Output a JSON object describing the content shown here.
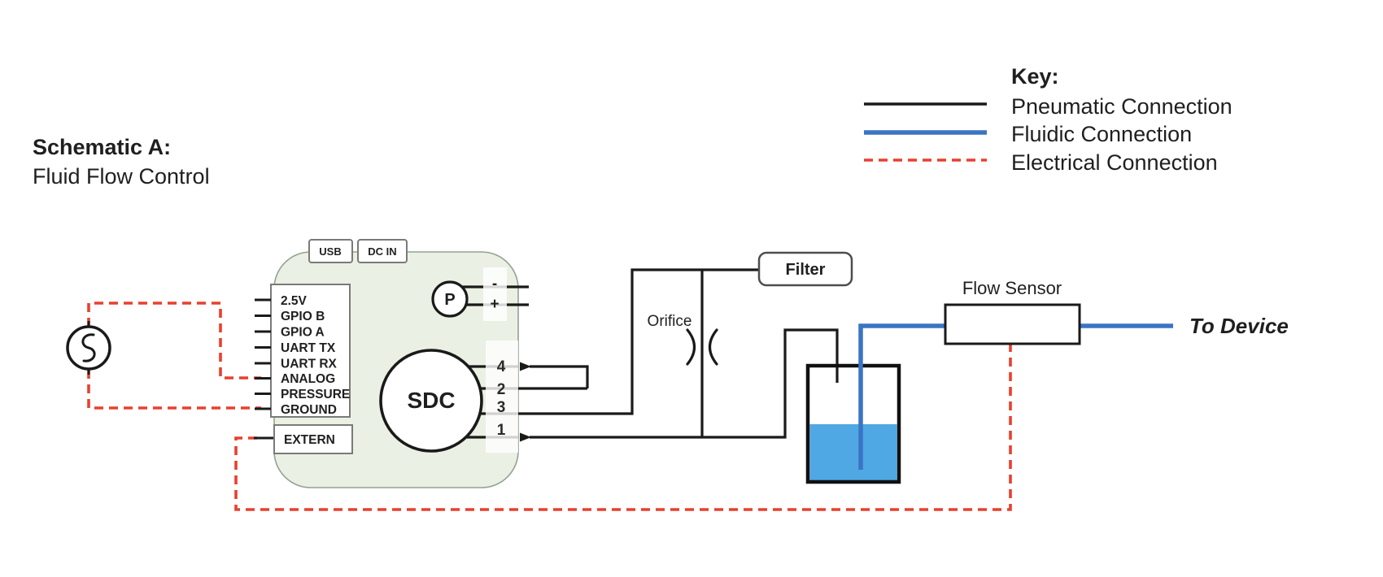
{
  "title": {
    "heading": "Schematic A:",
    "subheading": "Fluid Flow Control"
  },
  "legend": {
    "heading": "Key:",
    "items": [
      {
        "label": "Pneumatic Connection",
        "line_style": "solid",
        "color": "#1a1a1a"
      },
      {
        "label": "Fluidic Connection",
        "line_style": "solid",
        "color": "#3b74c4"
      },
      {
        "label": "Electrical Connection",
        "line_style": "dashed",
        "color": "#e8402f"
      }
    ]
  },
  "controller_board": {
    "top_connectors": [
      {
        "label": "USB"
      },
      {
        "label": "DC IN"
      }
    ],
    "pin_labels": [
      "2.5V",
      "GPIO B",
      "GPIO A",
      "UART TX",
      "UART RX",
      "ANALOG",
      "PRESSURE",
      "GROUND"
    ],
    "extern_label": "EXTERN",
    "chip_label": "SDC",
    "pressure_sensor_label": "P",
    "pressure_terminals": {
      "negative": "-",
      "positive": "+"
    },
    "pneumatic_port_labels": {
      "port4": "4",
      "port2": "2",
      "port3": "3",
      "port1": "1"
    }
  },
  "diagram_labels": {
    "orifice": "Orifice",
    "filter": "Filter",
    "flow_sensor": "Flow Sensor",
    "to_device": "To Device"
  },
  "colors": {
    "pneumatic": "#1a1a1a",
    "fluidic": "#3b74c4",
    "electrical": "#e8402f",
    "water": "#4fa8e3",
    "board_fill": "#eaf0e3",
    "board_stroke": "#93a293"
  }
}
